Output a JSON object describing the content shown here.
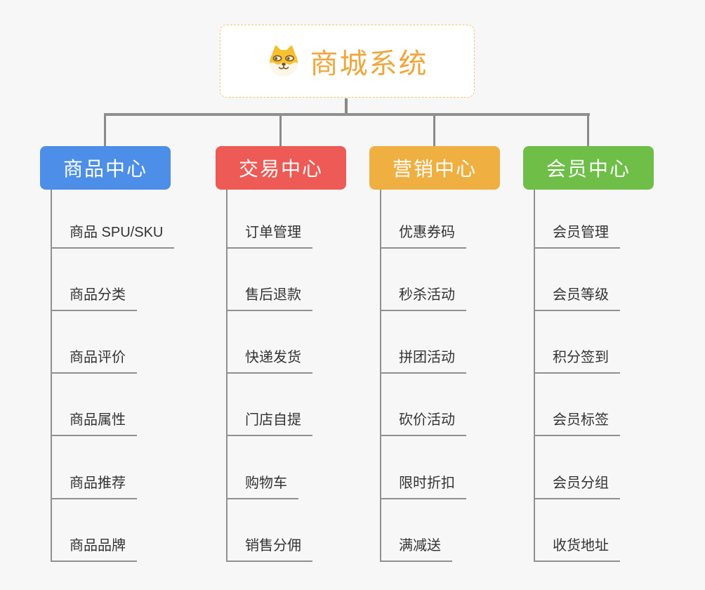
{
  "page": {
    "background_color": "#f7f7f7",
    "connector_color": "#8a8a8a",
    "leaf_line_color": "#909090"
  },
  "root": {
    "title": "商城系统",
    "icon": "shiba-dog-icon",
    "title_color": "#f0a63c",
    "border_color": "#f2c473"
  },
  "branches": [
    {
      "label": "商品中心",
      "color": "#4d8ee8",
      "items": [
        "商品 SPU/SKU",
        "商品分类",
        "商品评价",
        "商品属性",
        "商品推荐",
        "商品品牌"
      ]
    },
    {
      "label": "交易中心",
      "color": "#ee5a55",
      "items": [
        "订单管理",
        "售后退款",
        "快递发货",
        "门店自提",
        "购物车",
        "销售分佣"
      ]
    },
    {
      "label": "营销中心",
      "color": "#efaf41",
      "items": [
        "优惠券码",
        "秒杀活动",
        "拼团活动",
        "砍价活动",
        "限时折扣",
        "满减送"
      ]
    },
    {
      "label": "会员中心",
      "color": "#6ebe48",
      "items": [
        "会员管理",
        "会员等级",
        "积分签到",
        "会员标签",
        "会员分组",
        "收货地址"
      ]
    }
  ]
}
